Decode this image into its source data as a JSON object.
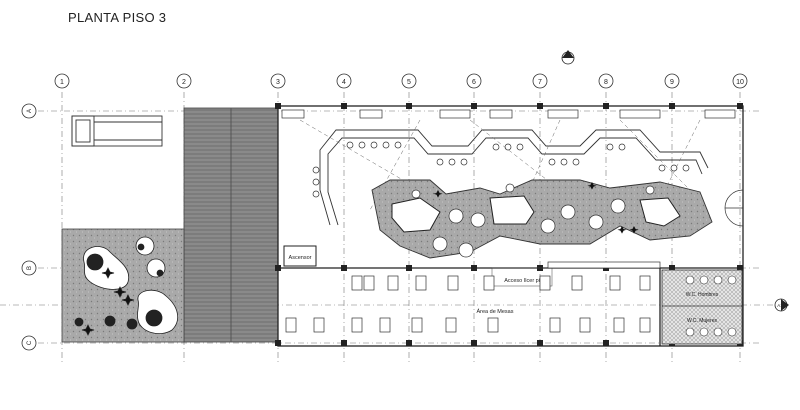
{
  "title": "PLANTA PISO 3",
  "grid_columns": [
    "1",
    "2",
    "3",
    "4",
    "5",
    "6",
    "7",
    "8",
    "9",
    "10"
  ],
  "grid_rows": [
    "A",
    "B",
    "C"
  ],
  "section_marks": [
    "A1",
    "A1"
  ],
  "labels": {
    "elevator": "Ascensor",
    "access_room": "Acceso Ilcer piso",
    "tables_area": "Área de Mesas",
    "wc_men": "W.C. Hombres",
    "wc_women": "W.C. Mujeres"
  }
}
